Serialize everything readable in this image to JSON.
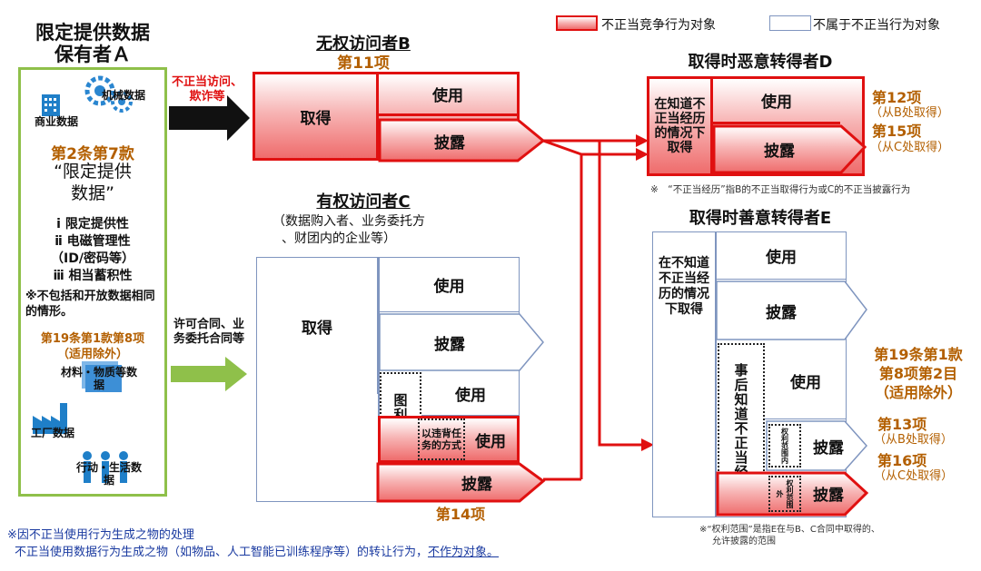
{
  "legend": {
    "red_label": "不正当竞争行为对象",
    "white_label": "不属于不正当行为对象"
  },
  "holder_a": {
    "title_line1": "限定提供数据",
    "title_line2": "保有者Ａ",
    "icon_labels": [
      "机械数据",
      "商业数据",
      "材料・物质等数据",
      "工厂数据",
      "行动・生活数据"
    ],
    "article": "第2条第7款",
    "term_line1": "“限定提供",
    "term_line2": "数据”",
    "req1": "ⅰ 限定提供性",
    "req2": "ⅱ 电磁管理性",
    "req2_sub": "（ID/密码等）",
    "req3": "ⅲ 相当蓄积性",
    "exclusion": "※不包括和开放数据相同的情形。",
    "exception_article": "第19条第1款第8项",
    "exception_note": "（适用除外）"
  },
  "arrows": {
    "unauthorized": "不正当访问、欺诈等",
    "authorized": "许可合同、业务委托合同等"
  },
  "accessor_b": {
    "title": "无权访问者B",
    "item": "第11项",
    "acquire": "取得",
    "use": "使用",
    "disclose": "披露"
  },
  "accessor_c": {
    "title": "有权访问者C",
    "subtitle_line1": "（数据购入者、业务委托方",
    "subtitle_line2": "、财团内的企业等）",
    "acquire": "取得",
    "use": "使用",
    "disclose": "披露",
    "purpose": "图利加害目的",
    "violation": "以违背任务的方式",
    "use2": "使用",
    "use3": "使用",
    "disclose2": "披露",
    "item": "第14项"
  },
  "transferee_d": {
    "title": "取得时恶意转得者D",
    "acquire_knowing": "在知道不正当经历的情况下取得",
    "use": "使用",
    "disclose": "披露",
    "item12": "第12项",
    "item12_note": "（从B处取得）",
    "item15": "第15项",
    "item15_note": "（从C处取得）",
    "footnote": "※　“不正当经历”指B的不正当取得行为或C的不正当披露行为"
  },
  "transferee_e": {
    "title": "取得时善意转得者E",
    "acquire_unknowing": "在不知道不正当经历的情况下取得",
    "use": "使用",
    "disclose": "披露",
    "later_knowing": "事后知道不正当经历",
    "use2": "使用",
    "within_scope": "权利范围内",
    "disclose_within": "披露",
    "outside_scope": "权利范围外",
    "disclose_outside": "披露",
    "exception_line1": "第19条第1款",
    "exception_line2": "第8项第2目",
    "exception_note": "（适用除外）",
    "item13": "第13项",
    "item13_note": "（从B处取得）",
    "item16": "第16项",
    "item16_note": "（从C处取得）",
    "footnote_line1": "※“权利范围”是指E在与B、C合同中取得的、",
    "footnote_line2": "允许披露的范围"
  },
  "bottom_note": {
    "line1": "※因不正当使用行为生成之物的处理",
    "line2": "不正当使用数据行为生成之物（如物品、人工智能已训练程序等）的转让行为，",
    "line2_end": "不作为对象。"
  },
  "colors": {
    "red": "#e01010",
    "brown": "#b35f00",
    "green_border": "#8fc04a",
    "white_box_border": "#7f95bf",
    "note_blue": "#1a3aa0"
  }
}
